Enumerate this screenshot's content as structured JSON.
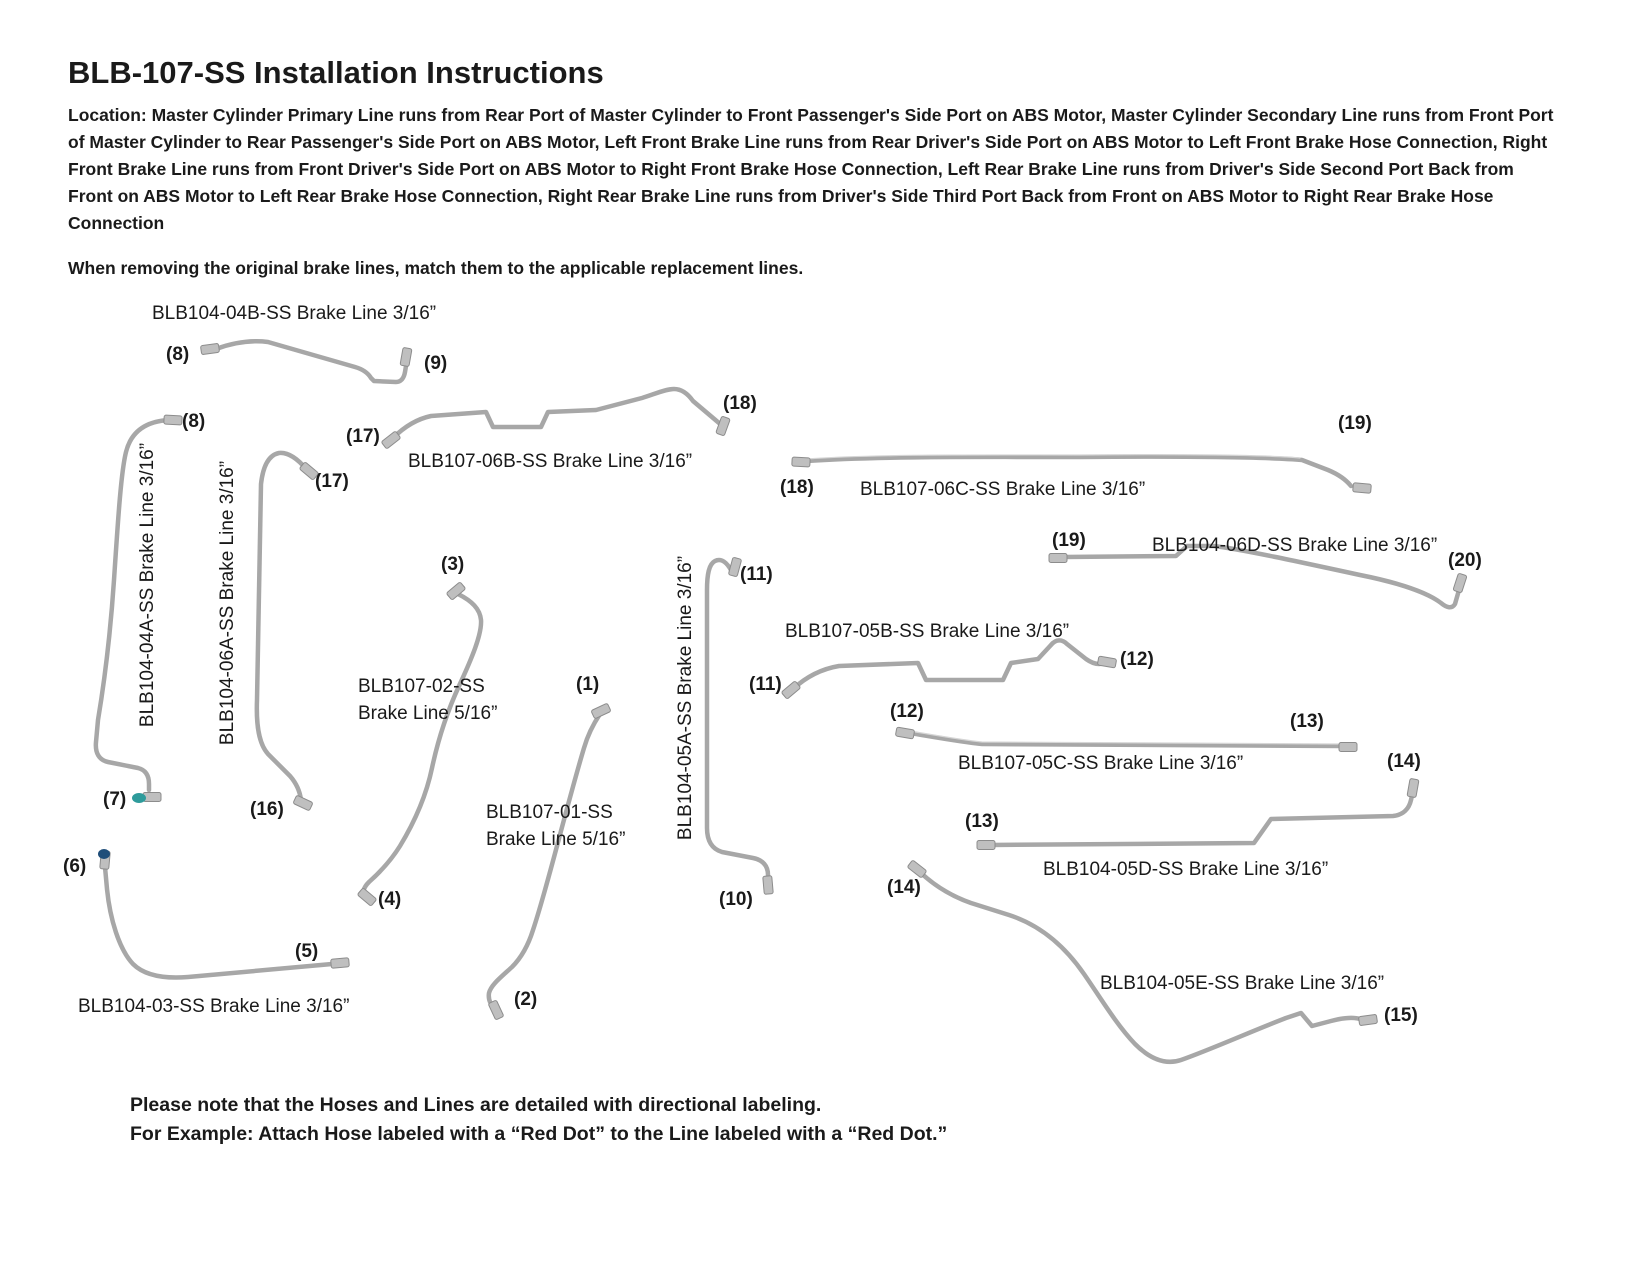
{
  "doc": {
    "title": "BLB-107-SS Installation Instructions",
    "location_paragraph": "Location: Master Cylinder Primary Line runs from Rear Port of Master Cylinder to Front Passenger's Side Port on ABS Motor, Master Cylinder Secondary Line runs from Front Port of Master Cylinder to Rear Passenger's Side Port on ABS Motor, Left Front Brake Line runs from Rear Driver's Side Port on ABS Motor to Left Front Brake Hose Connection, Right Front Brake Line runs from Front Driver's Side Port on ABS Motor to Right Front Brake Hose Connection, Left Rear Brake Line runs from Driver's Side Second Port Back from Front on ABS Motor to Left Rear Brake Hose Connection, Right Rear Brake Line runs from Driver's Side Third Port Back from Front on ABS Motor to Right Rear Brake Hose Connection",
    "match_note": "When removing the original brake lines, match them to the applicable replacement lines.",
    "footer_note_line1": "Please note that the Hoses and Lines are detailed with directional labeling.",
    "footer_note_line2": "For Example: Attach Hose labeled with a “Red Dot” to the Line labeled with a “Red Dot.”"
  },
  "diagram": {
    "colors": {
      "tube_gray": "#a7a7a7",
      "fitting_gray": "#bfbfbf",
      "dot_teal": "#2e9b9b",
      "dot_navy": "#1f4e79"
    },
    "line_labels": {
      "blb104_04b": "BLB104-04B-SS Brake Line 3/16”",
      "blb104_04a": "BLB104-04A-SS Brake Line 3/16”",
      "blb104_06a": "BLB104-06A-SS Brake Line 3/16”",
      "blb107_06b": "BLB107-06B-SS Brake Line 3/16”",
      "blb107_06c": "BLB107-06C-SS Brake Line 3/16”",
      "blb104_06d": "BLB104-06D-SS Brake Line 3/16”",
      "blb107_02_name": "BLB107-02-SS",
      "blb107_02_size": "Brake Line 5/16”",
      "blb107_01_name": "BLB107-01-SS",
      "blb107_01_size": "Brake Line 5/16”",
      "blb104_05a": "BLB104-05A-SS Brake Line 3/16”",
      "blb107_05b": "BLB107-05B-SS Brake Line 3/16”",
      "blb107_05c": "BLB107-05C-SS Brake Line 3/16”",
      "blb104_05d": "BLB104-05D-SS Brake Line 3/16”",
      "blb104_05e": "BLB104-05E-SS Brake Line 3/16”",
      "blb104_03": "BLB104-03-SS Brake Line 3/16”"
    },
    "callouts": {
      "c04b_left": "(8)",
      "c04b_right": "(9)",
      "c04a_top": "(8)",
      "c04a_bottom": "(7)",
      "c06a_top": "(17)",
      "c06a_bottom": "(16)",
      "c06b_left": "(17)",
      "c06b_right": "(18)",
      "c06c_left": "(18)",
      "c06c_right": "(19)",
      "c06d_left": "(19)",
      "c06d_right": "(20)",
      "c02_top": "(3)",
      "c02_bottom": "(4)",
      "c01_top": "(1)",
      "c01_bottom": "(2)",
      "c05a_top": "(11)",
      "c05a_bottom": "(10)",
      "c05b_left": "(11)",
      "c05b_right": "(12)",
      "c05c_left": "(12)",
      "c05c_right": "(13)",
      "c05d_left": "(13)",
      "c05d_right": "(14)",
      "c05e_left": "(14)",
      "c05e_right": "(15)",
      "c03_top": "(6)",
      "c03_right": "(5)"
    }
  }
}
